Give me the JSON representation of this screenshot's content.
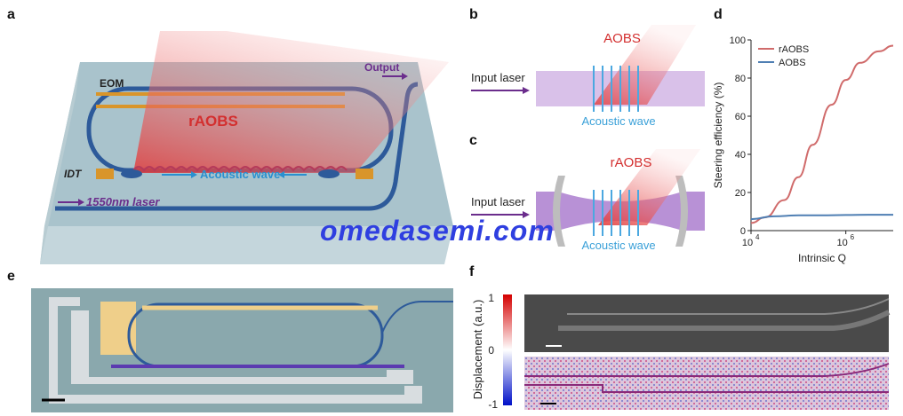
{
  "panels": {
    "a": {
      "label": "a",
      "eom": "EOM",
      "output": "Output",
      "raobs": "rAOBS",
      "idt": "IDT",
      "acoustic": "Acoustic wave",
      "laser": "1550nm laser"
    },
    "b": {
      "label": "b",
      "aobs": "AOBS",
      "input": "Input laser",
      "acoustic": "Acoustic wave"
    },
    "c": {
      "label": "c",
      "raobs": "rAOBS",
      "input": "Input laser",
      "acoustic": "Acoustic wave"
    },
    "d": {
      "label": "d"
    },
    "e": {
      "label": "e"
    },
    "f": {
      "label": "f",
      "cbar_label": "Displacement (a.u.)",
      "cbar_top": "1",
      "cbar_mid": "0",
      "cbar_bot": "-1"
    }
  },
  "watermark": "omedasemi.com",
  "colors": {
    "raobs": "#d06b6b",
    "aobs": "#4f7fb3",
    "waveguide": "#2d5a9a",
    "accent_purple": "#6b2d8c",
    "acoustic_blue": "#3aa0d8"
  },
  "chart_data": {
    "type": "line",
    "title": "",
    "xlabel": "Intrinsic Q",
    "ylabel": "Steering efficiency (%)",
    "xscale": "log",
    "xlim": [
      10000,
      10000000
    ],
    "ylim": [
      0,
      100
    ],
    "xticks": [
      10000,
      1000000
    ],
    "xtick_labels": [
      "10",
      "10"
    ],
    "xtick_exponents": [
      "4",
      "6"
    ],
    "yticks": [
      0,
      20,
      40,
      60,
      80,
      100
    ],
    "ytick_labels": [
      "0",
      "20",
      "40",
      "60",
      "80",
      "100"
    ],
    "legend": "top-left",
    "grid": false,
    "series": [
      {
        "name": "rAOBS",
        "color": "#d06b6b",
        "x": [
          10000,
          20000,
          50000,
          100000,
          200000,
          500000,
          1000000,
          2000000,
          5000000,
          10000000
        ],
        "y": [
          4,
          7,
          16,
          28,
          45,
          66,
          79,
          88,
          94,
          97
        ]
      },
      {
        "name": "AOBS",
        "color": "#4f7fb3",
        "x": [
          10000,
          30000,
          100000,
          300000,
          1000000,
          3000000,
          10000000
        ],
        "y": [
          6,
          7.5,
          8,
          8,
          8.2,
          8.3,
          8.3
        ]
      }
    ]
  }
}
